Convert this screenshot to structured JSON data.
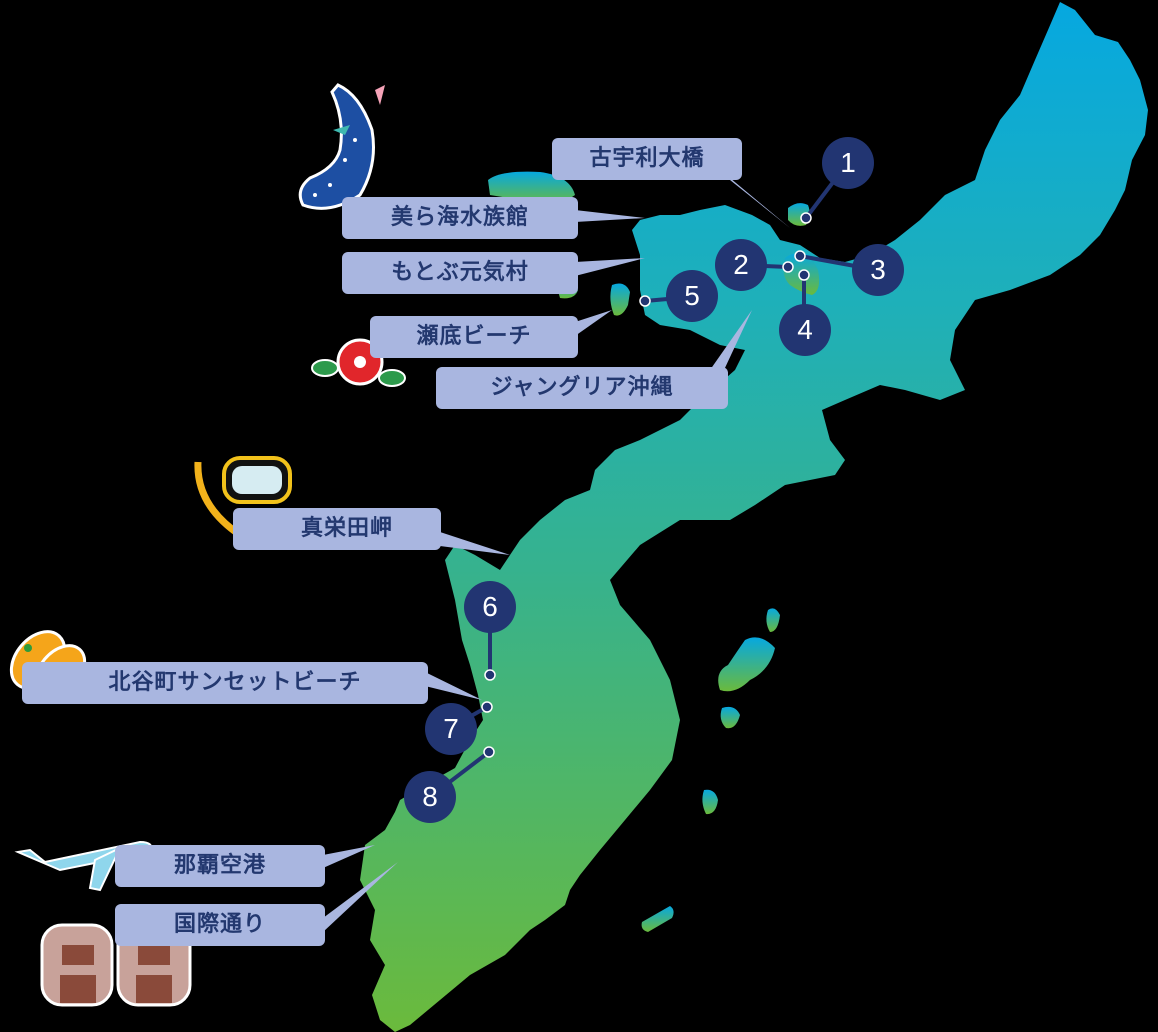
{
  "map": {
    "region": "Okinawa main island",
    "colors": {
      "background": "#000000",
      "land_top": "#06a8e0",
      "land_mid": "#2eb0a0",
      "land_bottom": "#6ab93e",
      "label_bg": "#a9b6e0",
      "label_text": "#23386f",
      "marker_bg": "#223572",
      "marker_text": "#ffffff"
    }
  },
  "labels": [
    {
      "id": "kouri-bridge",
      "text": "古宇利大橋"
    },
    {
      "id": "churaumi-aquarium",
      "text": "美ら海水族館"
    },
    {
      "id": "motobu-genkimura",
      "text": "もとぶ元気村"
    },
    {
      "id": "sesoko-beach",
      "text": "瀬底ビーチ"
    },
    {
      "id": "junglia-okinawa",
      "text": "ジャングリア沖縄"
    },
    {
      "id": "cape-maeda",
      "text": "真栄田岬"
    },
    {
      "id": "chatan-sunset-beach",
      "text": "北谷町サンセットビーチ"
    },
    {
      "id": "naha-airport",
      "text": "那覇空港"
    },
    {
      "id": "kokusai-street",
      "text": "国際通り"
    }
  ],
  "markers": [
    {
      "number": "1"
    },
    {
      "number": "2"
    },
    {
      "number": "3"
    },
    {
      "number": "4"
    },
    {
      "number": "5"
    },
    {
      "number": "6"
    },
    {
      "number": "7"
    },
    {
      "number": "8"
    }
  ],
  "decorations": [
    {
      "icon": "whale-shark-icon"
    },
    {
      "icon": "hibiscus-icon"
    },
    {
      "icon": "snorkel-mask-icon"
    },
    {
      "icon": "beach-sandals-icon"
    },
    {
      "icon": "airplane-icon"
    },
    {
      "icon": "shisa-lions-icon"
    }
  ]
}
